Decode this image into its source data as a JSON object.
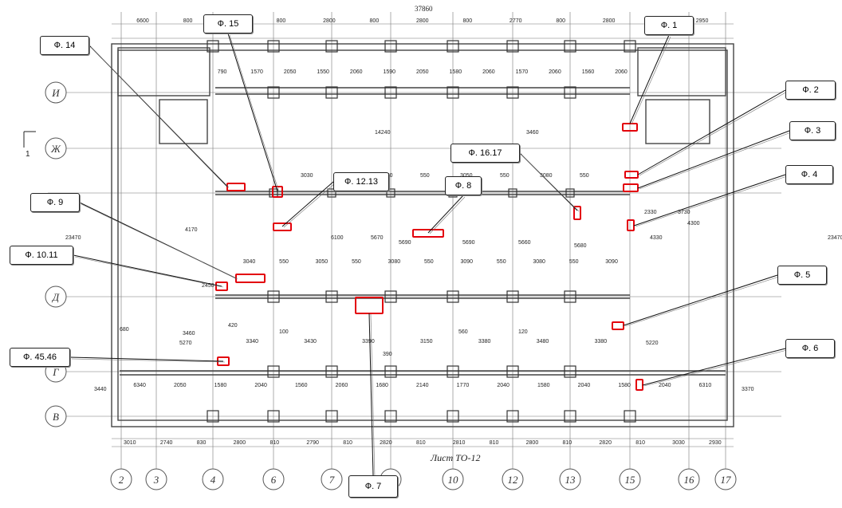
{
  "colors": {
    "line": "#222222",
    "wall": "#555555",
    "marker": "#e3000b",
    "callout_border": "#222222"
  },
  "top_dim_total": "37860",
  "dims": {
    "top_row": [
      "6600",
      "800",
      "2860",
      "800",
      "2800",
      "800",
      "2800",
      "800",
      "2770",
      "800",
      "2800",
      "800",
      "2950"
    ],
    "second_row": [
      "790",
      "1570",
      "2050",
      "1550",
      "2060",
      "1590",
      "2050",
      "1580",
      "2060",
      "1570",
      "2060",
      "1560",
      "2060"
    ],
    "bottom_row": [
      "3010",
      "2740",
      "830",
      "2800",
      "810",
      "2790",
      "810",
      "2820",
      "810",
      "2810",
      "810",
      "2800",
      "810",
      "2820",
      "810",
      "3030",
      "2930"
    ],
    "lower_row": [
      "6340",
      "2050",
      "1580",
      "2040",
      "1560",
      "2060",
      "1680",
      "2140",
      "1770",
      "2040",
      "1580",
      "2040",
      "1580",
      "2040",
      "6310"
    ],
    "mid_row_1": [
      "3030",
      "550",
      "3050",
      "550",
      "3050",
      "550",
      "3080",
      "550"
    ],
    "mid_row_2": [
      "3040",
      "550",
      "3050",
      "550",
      "3080",
      "550",
      "3090",
      "550",
      "3080",
      "550",
      "3090"
    ],
    "mid_row_3": [
      "3340",
      "3430",
      "3390",
      "3150",
      "3380",
      "3480",
      "3380"
    ],
    "misc": [
      "14240",
      "3460",
      "5670",
      "6100",
      "5690",
      "5690",
      "5660",
      "5680",
      "4330",
      "2330",
      "3730",
      "2450",
      "3460",
      "5220",
      "5270",
      "4170",
      "4300",
      "23470",
      "23470",
      "3440",
      "3370",
      "680",
      "420",
      "120",
      "100",
      "390",
      "560"
    ]
  },
  "axes_bottom": [
    "2",
    "3",
    "4",
    "6",
    "7",
    "9",
    "10",
    "12",
    "13",
    "15",
    "16",
    "17"
  ],
  "axes_left": [
    "И",
    "Ж",
    "Д",
    "Г",
    "В"
  ],
  "sheet_label": "Лист ТО-12",
  "callouts": [
    {
      "id": "f1",
      "label": "Ф. 1"
    },
    {
      "id": "f2",
      "label": "Ф. 2"
    },
    {
      "id": "f3",
      "label": "Ф. 3"
    },
    {
      "id": "f4",
      "label": "Ф. 4"
    },
    {
      "id": "f5",
      "label": "Ф. 5"
    },
    {
      "id": "f6",
      "label": "Ф. 6"
    },
    {
      "id": "f7",
      "label": "Ф. 7"
    },
    {
      "id": "f8",
      "label": "Ф. 8"
    },
    {
      "id": "f9",
      "label": "Ф. 9"
    },
    {
      "id": "f1011",
      "label": "Ф. 10.11"
    },
    {
      "id": "f1213",
      "label": "Ф. 12.13"
    },
    {
      "id": "f14",
      "label": "Ф. 14"
    },
    {
      "id": "f15",
      "label": "Ф. 15"
    },
    {
      "id": "f1617",
      "label": "Ф. 16.17"
    },
    {
      "id": "f4546",
      "label": "Ф. 45.46"
    }
  ]
}
